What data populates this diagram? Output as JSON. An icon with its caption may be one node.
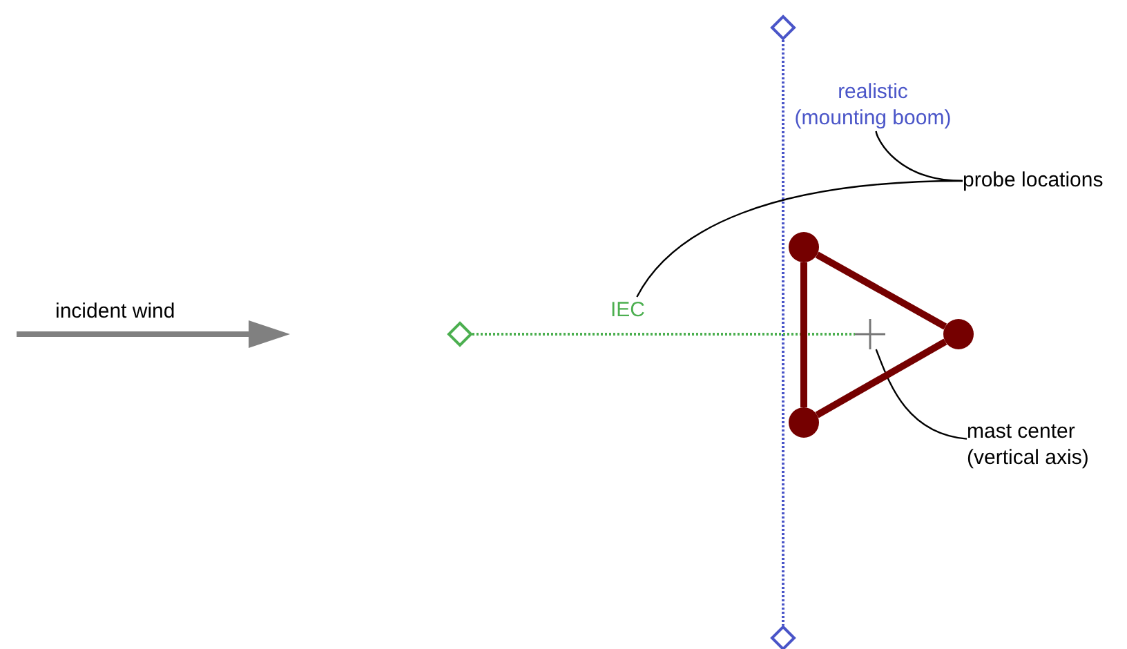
{
  "diagram": {
    "nodes": [
      {
        "text": [],
        "shape": "diamond"
      },
      {
        "text": [
          "realistic (mounting boom)"
        ]
      },
      {
        "text": [
          "probe locations"
        ]
      },
      {
        "text": [],
        "shape": "diamond"
      },
      {
        "text": [
          "IEC"
        ]
      },
      {
        "text": [],
        "shape": "circle"
      },
      {
        "text": [],
        "shape": "circle"
      },
      {
        "text": [],
        "shape": "circle"
      },
      {
        "text": [],
        "shape": "cross"
      },
      {
        "text": [
          "mast center (vertical axis)"
        ]
      },
      {
        "text": [],
        "shape": "diamond"
      }
    ],
    "edges": [
      {
        "from": 0,
        "to": 10,
        "arrow": "none",
        "style": "dashed",
        "color": "#4a55c8"
      },
      {
        "from": 3,
        "to": 8,
        "arrow": "none",
        "style": "dashed",
        "color": "#4caf50"
      },
      {
        "from": 2,
        "to": 1,
        "arrow": "none"
      },
      {
        "from": 2,
        "to": 4,
        "arrow": "none"
      },
      {
        "from": 9,
        "to": 8,
        "arrow": "none"
      },
      {
        "from": 5,
        "to": 6,
        "arrow": "none",
        "style": "thick",
        "color": "#750000"
      },
      {
        "from": 6,
        "to": 7,
        "arrow": "none",
        "style": "thick",
        "color": "#750000"
      },
      {
        "from": 7,
        "to": 5,
        "arrow": "none",
        "style": "thick",
        "color": "#750000"
      }
    ],
    "labels": [
      "incident wind"
    ]
  }
}
